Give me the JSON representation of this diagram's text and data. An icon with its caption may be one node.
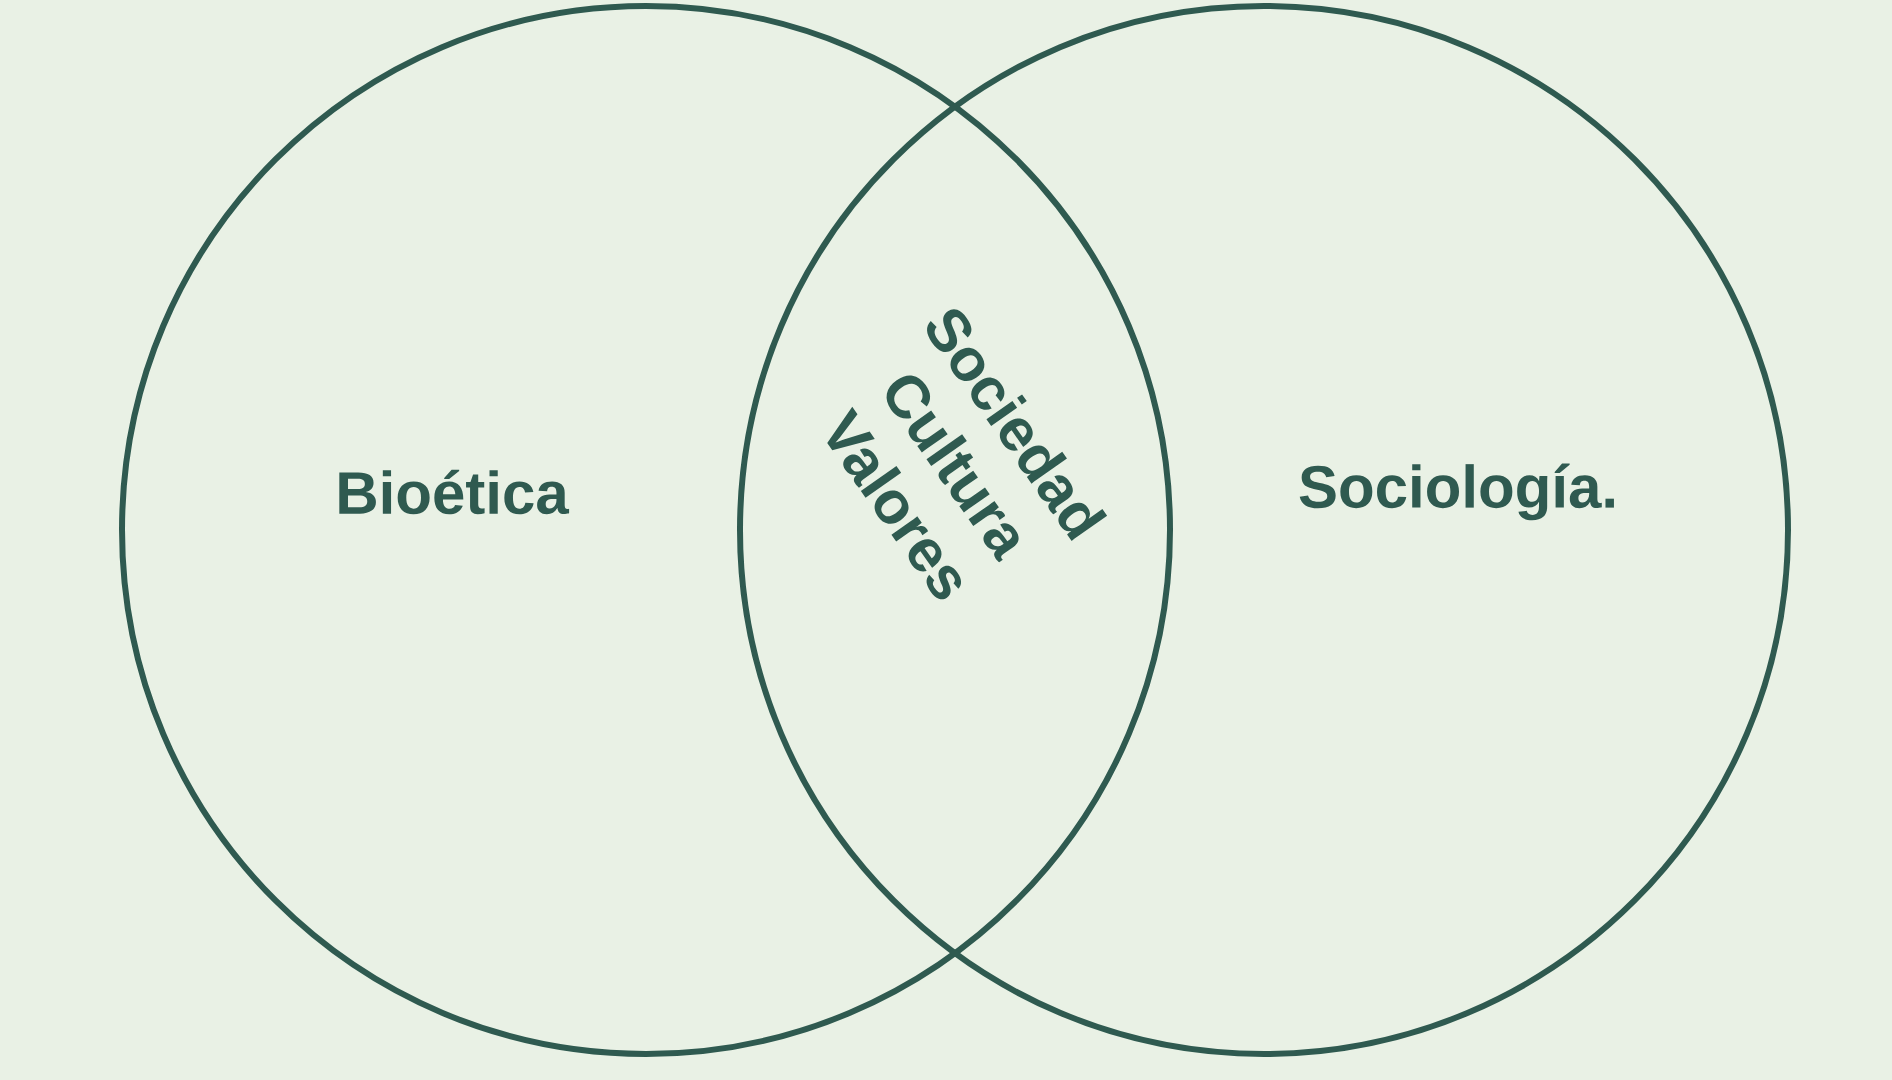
{
  "diagram": {
    "nodes": [
      {
        "text": [
          "Bioética"
        ]
      },
      {
        "text": [
          "Sociología."
        ]
      }
    ],
    "labels": [
      "Sociedad",
      "Cultura",
      "Valores"
    ]
  }
}
